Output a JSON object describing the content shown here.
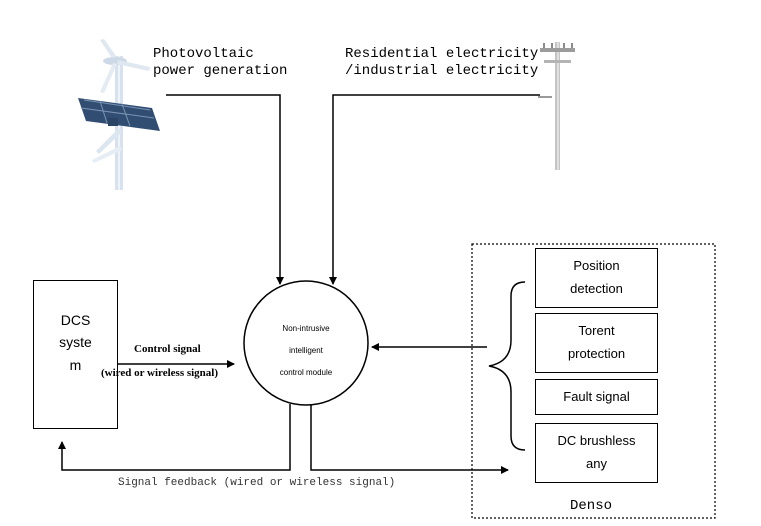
{
  "sources": {
    "pv": {
      "line1": "Photovoltaic",
      "line2": "power generation"
    },
    "grid": {
      "line1": "Residential electricity",
      "line2": "/industrial electricity"
    }
  },
  "dcs": {
    "line1": "DCS",
    "line2": "syste",
    "line3": "m"
  },
  "control_signal": {
    "title": "Control signal",
    "subtitle": "(wired or wireless signal)"
  },
  "module": {
    "line1": "Non-intrusive",
    "line2": "intelligent",
    "line3": "control module"
  },
  "denso": {
    "label": "Denso",
    "items": [
      {
        "line1": "Position",
        "line2": "detection"
      },
      {
        "line1": "Torent",
        "line2": "protection"
      },
      {
        "line1": "Fault signal",
        "line2": ""
      },
      {
        "line1": "DC brushless",
        "line2": "any"
      }
    ]
  },
  "feedback": {
    "label": "Signal feedback (wired or wireless signal)"
  },
  "icons": [
    "wind-solar-tower-icon",
    "utility-pole-icon"
  ]
}
